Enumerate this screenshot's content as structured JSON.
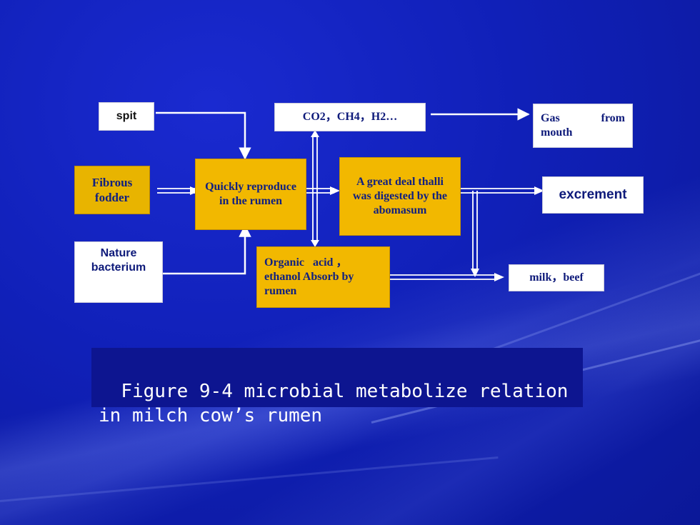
{
  "boxes": {
    "spit": "spit",
    "gases": "CO2，CH4，H2…",
    "gas_from_mouth": "Gas      from mouth",
    "fibrous_fodder": "Fibrous fodder",
    "quickly_reproduce": "Quickly reproduce in the rumen",
    "great_deal_thalli": "A great deal thalli was digested by the abomasum",
    "excrement": "excrement",
    "nature_bacterium": "Nature bacterium",
    "organic_acid": "Organic   acid ， ethanol Absorb by rumen",
    "milk_beef": "milk，beef"
  },
  "caption": {
    "text": "Figure 9-4 microbial metabolize relation in milch cow’s rumen"
  },
  "colors": {
    "background": "#0f1fb0",
    "box_gold": "#f2b800",
    "box_white": "#ffffff",
    "text_dark": "#112080",
    "arrow": "#ffffff"
  }
}
